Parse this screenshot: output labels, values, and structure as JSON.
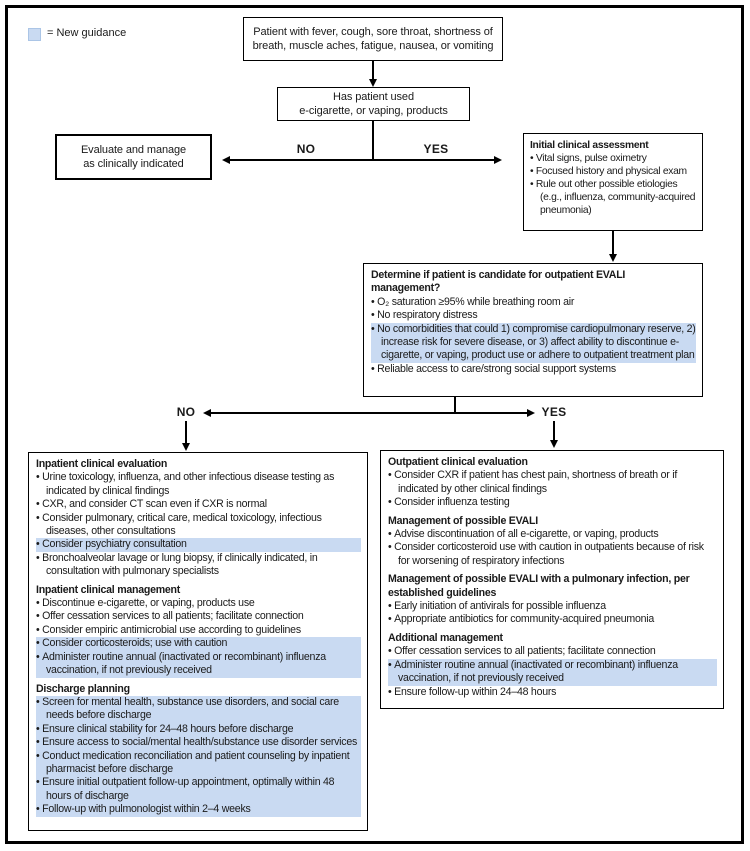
{
  "colors": {
    "highlight": "#c9daf2",
    "line": "#000000"
  },
  "legend": {
    "label": "= New guidance"
  },
  "flow": {
    "symptoms_box": {
      "line1": "Patient with fever, cough, sore throat, shortness of",
      "line2": "breath, muscle aches, fatigue, nausea, or vomiting"
    },
    "vaping_question_box": {
      "line1": "Has patient used",
      "line2": "e-cigarette, or vaping, products"
    },
    "decision1": {
      "no": "NO",
      "yes": "YES"
    },
    "evaluate_box": {
      "line1": "Evaluate and manage",
      "line2": "as clinically indicated"
    },
    "initial_assessment": {
      "heading": "Initial clinical assessment",
      "bullets": [
        {
          "text": "Vital signs, pulse oximetry",
          "highlighted": false
        },
        {
          "text": "Focused history and physical exam",
          "highlighted": false
        },
        {
          "text": "Rule out other possible etiologies (e.g., influenza, community-acquired pneumonia)",
          "highlighted": false
        }
      ]
    },
    "candidate_box": {
      "heading_line1": "Determine if patient is candidate for outpatient EVALI",
      "heading_line2": "management?",
      "bullets": [
        {
          "text": "O₂ saturation ≥95% while breathing room air",
          "highlighted": false
        },
        {
          "text": "No respiratory distress",
          "highlighted": false
        },
        {
          "text": "No comorbidities that could 1) compromise cardiopulmonary reserve, 2) increase risk for severe disease, or 3) affect ability to discontinue e-cigarette, or vaping, product use or adhere to outpatient treatment plan",
          "highlighted": true
        },
        {
          "text": "Reliable access to care/strong social support systems",
          "highlighted": false
        }
      ]
    },
    "decision2": {
      "no": "NO",
      "yes": "YES"
    },
    "inpatient": {
      "sections": [
        {
          "heading": "Inpatient clinical evaluation",
          "bullets": [
            {
              "text": "Urine toxicology, influenza, and other infectious disease testing as indicated by clinical findings",
              "highlighted": false
            },
            {
              "text": "CXR, and consider CT scan even if CXR is normal",
              "highlighted": false
            },
            {
              "text": "Consider pulmonary, critical care, medical toxicology, infectious diseases, other consultations",
              "highlighted": false
            },
            {
              "text": "Consider psychiatry consultation",
              "highlighted": true
            },
            {
              "text": "Bronchoalveolar lavage or lung biopsy, if clinically indicated, in consultation with pulmonary specialists",
              "highlighted": false
            }
          ]
        },
        {
          "heading": "Inpatient clinical management",
          "bullets": [
            {
              "text": "Discontinue e-cigarette, or vaping, products use",
              "highlighted": false
            },
            {
              "text": "Offer cessation services to all patients; facilitate connection",
              "highlighted": false
            },
            {
              "text": "Consider empiric antimicrobial use according to guidelines",
              "highlighted": false
            },
            {
              "text": "Consider corticosteroids; use with caution",
              "highlighted": true
            },
            {
              "text": "Administer routine annual (inactivated or recombinant) influenza vaccination, if not previously received",
              "highlighted": true
            }
          ]
        },
        {
          "heading": "Discharge planning",
          "bullets": [
            {
              "text": "Screen for mental health, substance use disorders, and social care needs before discharge",
              "highlighted": true
            },
            {
              "text": "Ensure clinical stability for 24–48 hours before discharge",
              "highlighted": true
            },
            {
              "text": "Ensure access to social/mental health/substance use disorder services",
              "highlighted": true
            },
            {
              "text": "Conduct medication reconciliation and patient counseling by inpatient pharmacist before discharge",
              "highlighted": true
            },
            {
              "text": "Ensure initial outpatient follow-up appointment, optimally within 48 hours of discharge",
              "highlighted": true
            },
            {
              "text": "Follow-up with pulmonologist within 2–4 weeks",
              "highlighted": true
            }
          ]
        }
      ]
    },
    "outpatient": {
      "sections": [
        {
          "heading": "Outpatient clinical evaluation",
          "bullets": [
            {
              "text": "Consider CXR if patient has chest pain, shortness of breath or if indicated by other clinical findings",
              "highlighted": false
            },
            {
              "text": "Consider influenza testing",
              "highlighted": false
            }
          ]
        },
        {
          "heading": "Management of possible EVALI",
          "bullets": [
            {
              "text": "Advise discontinuation of all e-cigarette, or vaping, products",
              "highlighted": false
            },
            {
              "text": "Consider corticosteroid use with caution in outpatients because of risk for worsening of respiratory infections",
              "highlighted": false
            }
          ]
        },
        {
          "heading": "Management of possible EVALI with a pulmonary infection, per established guidelines",
          "bullets": [
            {
              "text": "Early initiation of antivirals for possible influenza",
              "highlighted": false
            },
            {
              "text": "Appropriate antibiotics for community-acquired pneumonia",
              "highlighted": false
            }
          ]
        },
        {
          "heading": "Additional management",
          "bullets": [
            {
              "text": "Offer cessation services to all patients; facilitate connection",
              "highlighted": false
            },
            {
              "text": "Administer routine annual (inactivated or recombinant) influenza vaccination, if not previously received",
              "highlighted": true
            },
            {
              "text": "Ensure follow-up within 24–48 hours",
              "highlighted": false
            }
          ]
        }
      ]
    }
  }
}
